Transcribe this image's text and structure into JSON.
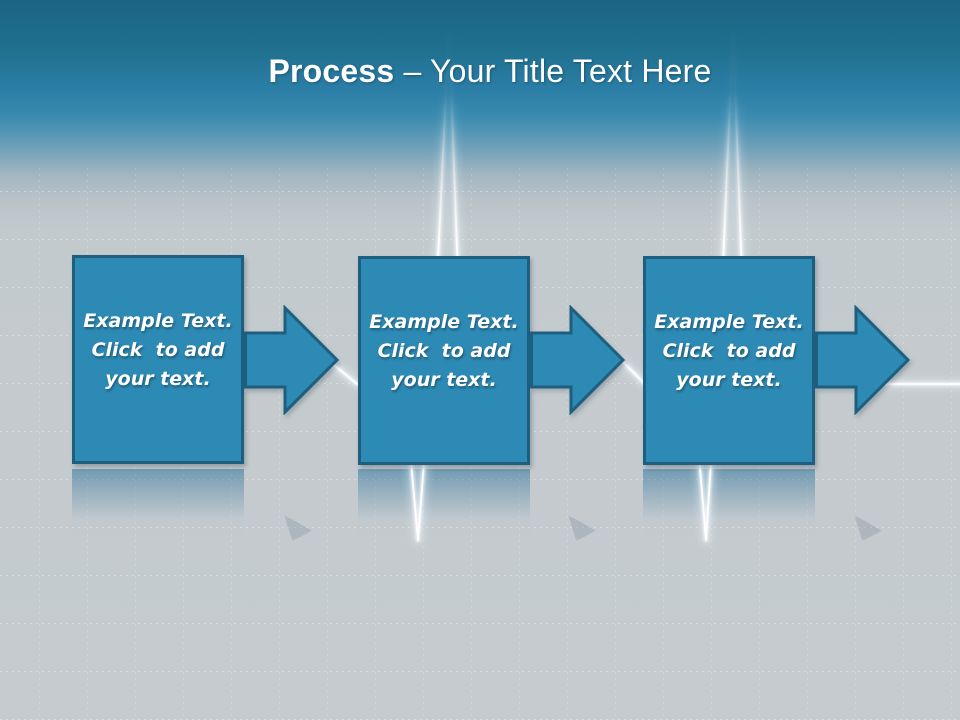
{
  "slide": {
    "title": {
      "bold": "Process",
      "regular": "– Your Title Text Here"
    },
    "steps": [
      {
        "text": "Example Text.\nClick  to add\nyour text."
      },
      {
        "text": "Example Text.\nClick  to add\nyour text."
      },
      {
        "text": "Example Text.\nClick  to add\nyour text."
      }
    ],
    "colors": {
      "header_top": "#1C6484",
      "header_mid": "#2B7EA6",
      "background_gray": "#C3CACD",
      "shape_fill": "#2D8AB4",
      "shape_border": "#1E5F80",
      "text_color": "#FFFFFF",
      "pulse_glow": "#FFFFFF"
    }
  }
}
